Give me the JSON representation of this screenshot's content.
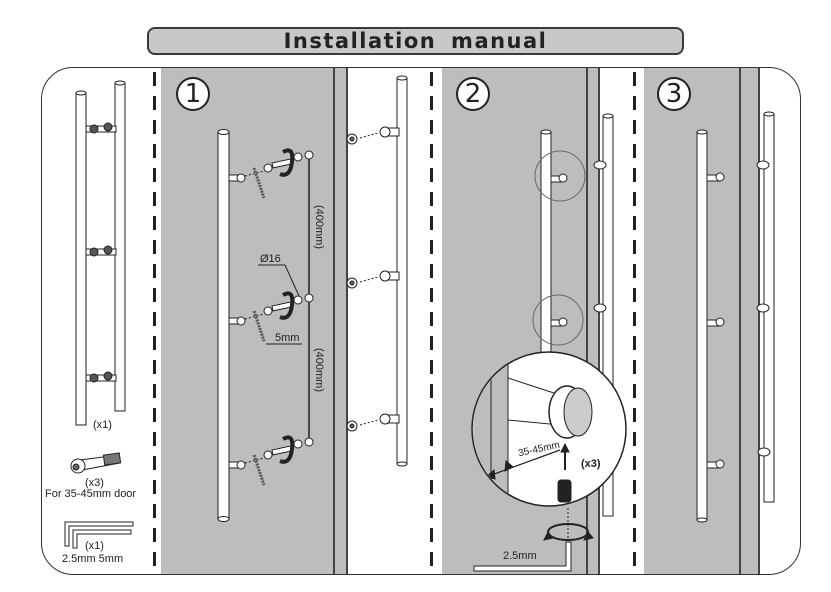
{
  "title": "Installation manual",
  "colors": {
    "panel_gray": "#bdbdbd",
    "title_bg": "#c8c8c8",
    "ink": "#222222"
  },
  "parts": {
    "handle_qty": "(x1)",
    "screw_qty": "(x3)",
    "screw_note": "For 35-45mm door",
    "key_qty": "(x1)",
    "key_sizes": "2.5mm  5mm"
  },
  "steps": [
    {
      "number": "1",
      "spacing_top": "(400mm)",
      "spacing_bottom": "(400mm)",
      "hole_diameter": "Ø16",
      "key_size": "5mm"
    },
    {
      "number": "2",
      "door_thickness": "35-45mm",
      "screw_qty": "(x3)",
      "key_size": "2.5mm"
    },
    {
      "number": "3"
    }
  ],
  "icons": [
    "handle-icon",
    "screw-icon",
    "hex-key-icon",
    "rotate-arrow-icon",
    "detail-magnifier-icon",
    "grub-screw-icon"
  ]
}
